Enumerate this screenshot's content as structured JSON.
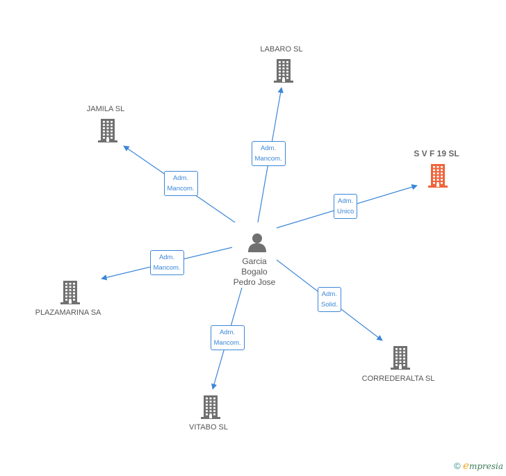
{
  "center": {
    "name_lines": [
      "Garcia",
      "Bogalo",
      "Pedro Jose"
    ],
    "icon": "person-icon"
  },
  "nodes": [
    {
      "id": "labaro",
      "label": "LABARO SL",
      "icon": "building-icon",
      "color": "#707070"
    },
    {
      "id": "jamila",
      "label": "JAMILA SL",
      "icon": "building-icon",
      "color": "#707070"
    },
    {
      "id": "svf19",
      "label": "S V F 19 SL",
      "icon": "building-icon",
      "color": "#f0643c",
      "focus": true
    },
    {
      "id": "plazamarina",
      "label": "PLAZAMARINA SA",
      "icon": "building-icon",
      "color": "#707070"
    },
    {
      "id": "correderalta",
      "label": "CORREDERALTA SL",
      "icon": "building-icon",
      "color": "#707070"
    },
    {
      "id": "vitabo",
      "label": "VITABO SL",
      "icon": "building-icon",
      "color": "#707070"
    }
  ],
  "edges": [
    {
      "to": "labaro",
      "label_lines": [
        "Adm.",
        "Mancom."
      ]
    },
    {
      "to": "jamila",
      "label_lines": [
        "Adm.",
        "Mancom."
      ]
    },
    {
      "to": "svf19",
      "label_lines": [
        "Adm.",
        "Unico"
      ]
    },
    {
      "to": "plazamarina",
      "label_lines": [
        "Adm.",
        "Mancom."
      ]
    },
    {
      "to": "correderalta",
      "label_lines": [
        "Adm.",
        "Solid."
      ]
    },
    {
      "to": "vitabo",
      "label_lines": [
        "Adm.",
        "Mancom."
      ]
    }
  ],
  "edge_color": "#3b86d8",
  "footer": {
    "copyright": "©",
    "brand_initial": "e",
    "brand_rest": "mpresia"
  }
}
